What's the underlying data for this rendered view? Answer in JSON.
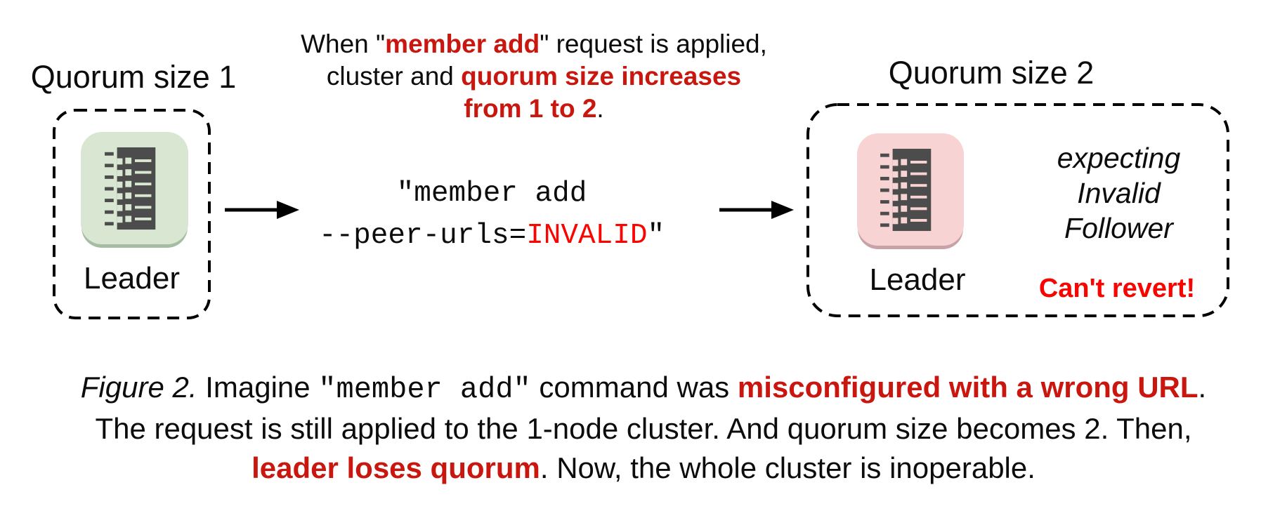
{
  "colors": {
    "ink": "#0c0c0c",
    "emphasis_red": "#c9160e",
    "bright_red": "#fa0400",
    "green_node_fill": "#d8e6d2",
    "green_node_edge": "#a7bda3",
    "pink_node_fill": "#f8d3d3",
    "pink_node_edge": "#c8a2a6",
    "icon_dark": "#4c4c4c",
    "arrow_black": "#000000"
  },
  "left_cluster": {
    "title": "Quorum size 1",
    "node_label": "Leader",
    "node_icon": "server-icon",
    "node_state_color": "#d8e6d2"
  },
  "right_cluster": {
    "title": "Quorum size 2",
    "node_label": "Leader",
    "node_icon": "server-icon",
    "node_state_color": "#f8d3d3",
    "expecting_lines": [
      "expecting",
      "Invalid",
      "Follower"
    ],
    "warning": "Can't revert!"
  },
  "annotation": {
    "lines": [
      [
        {
          "text": "When \"",
          "style": "plain"
        },
        {
          "text": "member add",
          "style": "em"
        },
        {
          "text": "\" request is applied,",
          "style": "plain"
        }
      ],
      [
        {
          "text": "cluster and ",
          "style": "plain"
        },
        {
          "text": "quorum size increases",
          "style": "em"
        }
      ],
      [
        {
          "text": "from 1 to 2",
          "style": "em"
        },
        {
          "text": ".",
          "style": "plain"
        }
      ]
    ]
  },
  "command": {
    "lines": [
      [
        {
          "text": "\"member add",
          "style": "code"
        }
      ],
      [
        {
          "text": "--peer-urls=",
          "style": "code"
        },
        {
          "text": "INVALID",
          "style": "code-red"
        },
        {
          "text": "\"",
          "style": "code"
        }
      ]
    ]
  },
  "caption": {
    "lines": [
      [
        {
          "text": "Figure 2.",
          "style": "italic"
        },
        {
          "text": " Imagine ",
          "style": "plain"
        },
        {
          "text": "\"member add\"",
          "style": "code"
        },
        {
          "text": " command was ",
          "style": "plain"
        },
        {
          "text": "misconfigured with a wrong URL",
          "style": "em"
        },
        {
          "text": ".",
          "style": "plain"
        }
      ],
      [
        {
          "text": "The request is still applied to the 1-node cluster. And quorum size becomes 2. Then,",
          "style": "plain"
        }
      ],
      [
        {
          "text": "leader loses quorum",
          "style": "em"
        },
        {
          "text": ". Now, the whole cluster is inoperable.",
          "style": "plain"
        }
      ]
    ]
  }
}
